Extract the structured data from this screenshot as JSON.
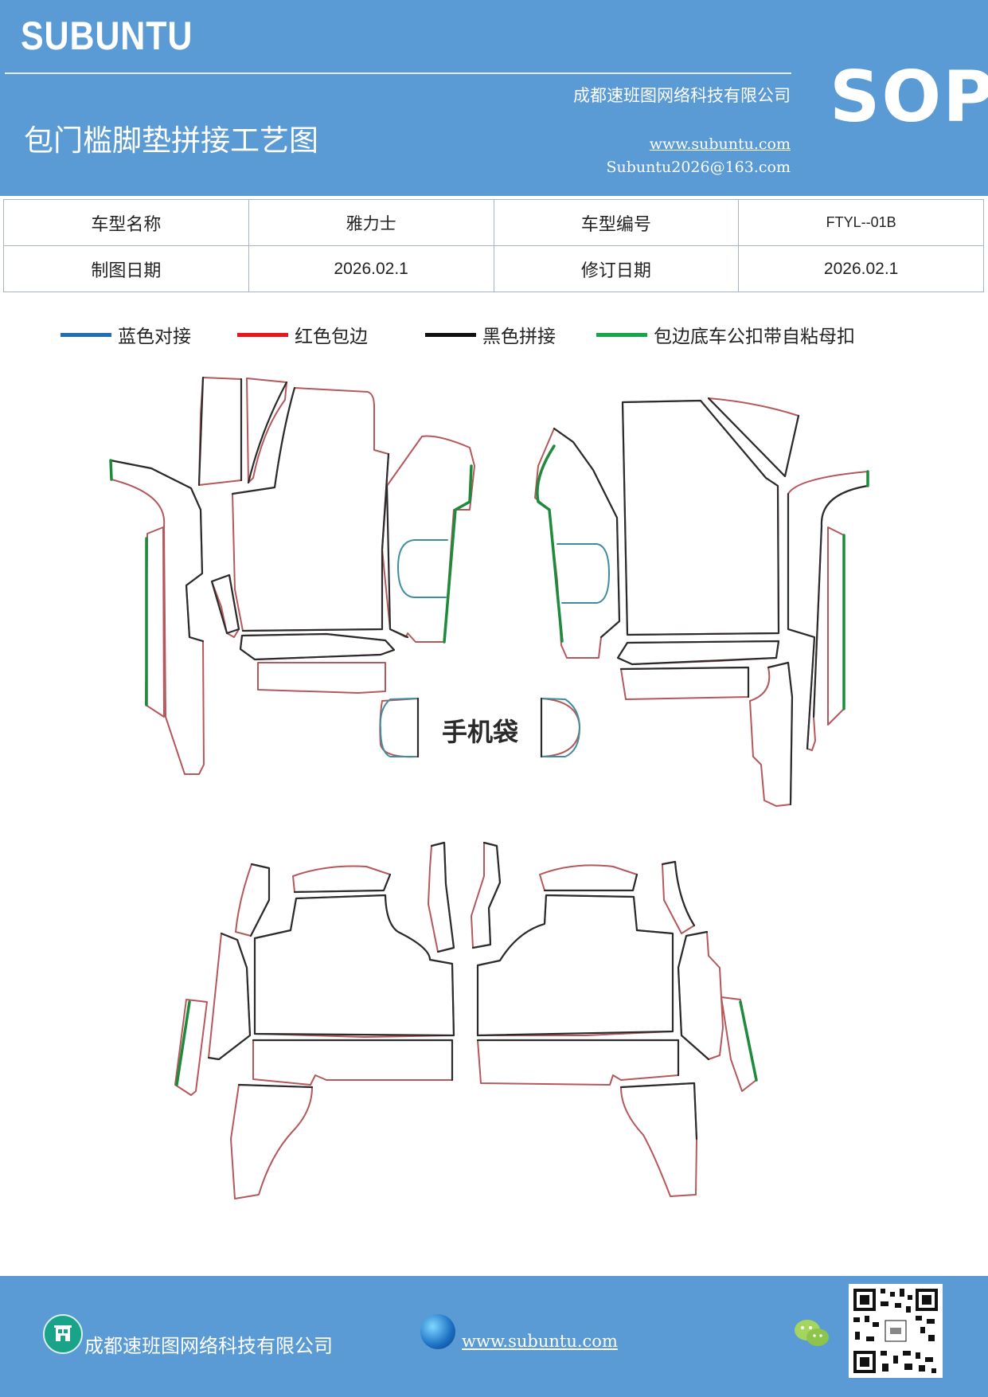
{
  "header": {
    "brand": "SUBUNTU",
    "company": "成都速班图网络科技有限公司",
    "title": "包门槛脚垫拼接工艺图",
    "website": "www.subuntu.com",
    "email": "Subuntu2026@163.com",
    "badge": "SOP",
    "bg_color": "#5b9bd5"
  },
  "info_table": {
    "rows": [
      [
        "车型名称",
        "雅力士",
        "车型编号",
        "FTYL--01B"
      ],
      [
        "制图日期",
        "2026.02.1",
        "修订日期",
        "2026.02.1"
      ]
    ]
  },
  "legend": [
    {
      "label": "蓝色对接",
      "color": "#1f6fb5"
    },
    {
      "label": "红色包边",
      "color": "#e8151b"
    },
    {
      "label": "黑色拼接",
      "color": "#111111"
    },
    {
      "label": "包边底车公扣带自粘母扣",
      "color": "#13a84a"
    }
  ],
  "drawing": {
    "phone_bag_label": "手机袋",
    "outline_color": "#2b2b2b",
    "edge_color": "#b5585c",
    "blue_color": "#3f8e9e",
    "green_color": "#1d8a3c"
  },
  "footer": {
    "company": "成都速班图网络科技有限公司",
    "website": "www.subuntu.com",
    "icons": [
      "building-icon",
      "globe-icon",
      "wechat-icon",
      "qr-code"
    ]
  }
}
